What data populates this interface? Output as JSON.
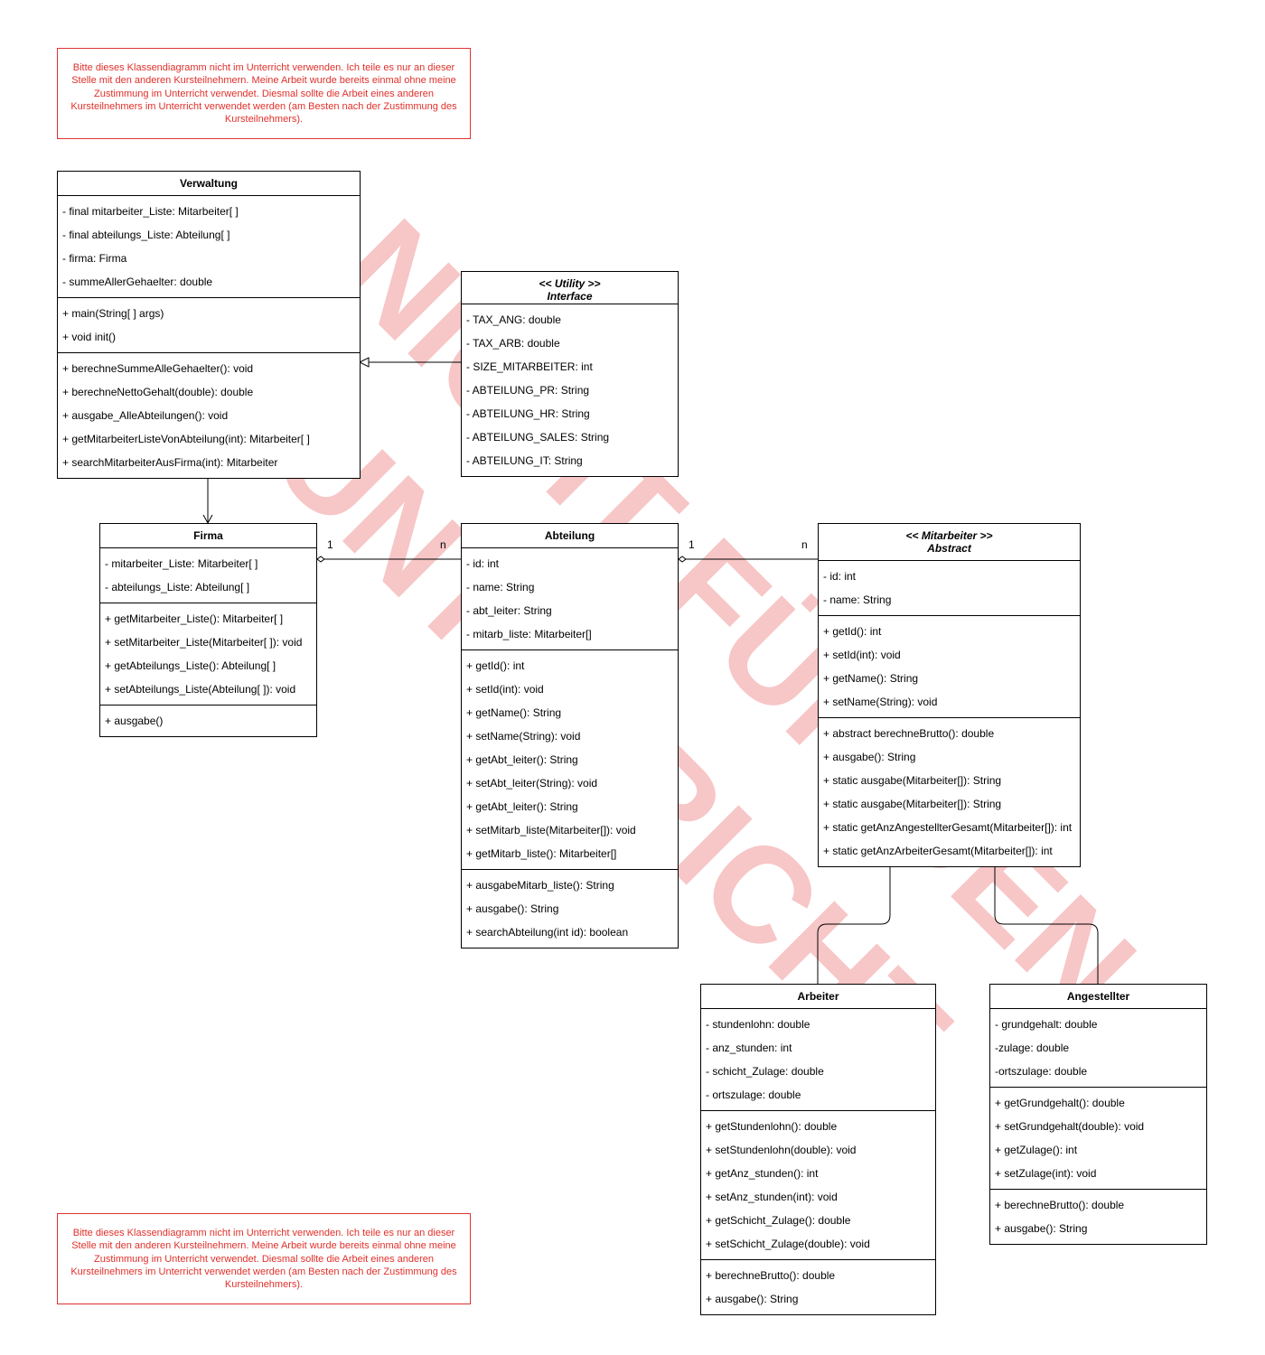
{
  "notes": [
    "Bitte dieses Klassendiagramm nicht im Unterricht verwenden. Ich teile es nur an dieser Stelle mit den anderen Kursteilnehmern. Meine Arbeit wurde bereits einmal ohne meine Zustimmung im Unterricht verwendet. Diesmal sollte die Arbeit eines anderen Kursteilnehmers im Unterricht verwendet werden (am Besten nach der Zustimmung des Kursteilnehmers).",
    "Bitte dieses Klassendiagramm nicht im Unterricht verwenden. Ich teile es nur an dieser Stelle mit den anderen Kursteilnehmern. Meine Arbeit wurde bereits einmal ohne meine Zustimmung im Unterricht verwendet. Diesmal sollte die Arbeit eines anderen Kursteilnehmers im Unterricht verwendet werden (am Besten nach der Zustimmung des Kursteilnehmers)."
  ],
  "watermark": [
    "NICHT FÜR DEN",
    "UNTERRICHT"
  ],
  "colors": {
    "note_text": "#e0302a",
    "watermark": "#f7c6c6"
  },
  "classes": {
    "verwaltung": {
      "name": "Verwaltung",
      "sections": [
        [
          "- final mitarbeiter_Liste: Mitarbeiter[ ]",
          "- final abteilungs_Liste: Abteilung[ ]",
          "- firma: Firma",
          "- summeAllerGehaelter: double"
        ],
        [
          "+ main(String[ ] args)",
          "+ void init()"
        ],
        [
          "+ berechneSummeAlleGehaelter(): void",
          "+ berechneNettoGehalt(double): double",
          "+ ausgabe_AlleAbteilungen(): void",
          "+ getMitarbeiterListeVonAbteilung(int): Mitarbeiter[ ]",
          "+ searchMitarbeiterAusFirma(int): Mitarbeiter"
        ]
      ]
    },
    "utility": {
      "stereotype": "<< Utility >>",
      "kind": "Interface",
      "sections": [
        [
          "- TAX_ANG: double",
          "- TAX_ARB: double",
          "- SIZE_MITARBEITER: int",
          "- ABTEILUNG_PR: String",
          "- ABTEILUNG_HR: String",
          "- ABTEILUNG_SALES: String",
          "- ABTEILUNG_IT: String"
        ]
      ]
    },
    "firma": {
      "name": "Firma",
      "sections": [
        [
          "- mitarbeiter_Liste: Mitarbeiter[ ]",
          "- abteilungs_Liste: Abteilung[ ]"
        ],
        [
          "+ getMitarbeiter_Liste(): Mitarbeiter[ ]",
          "+ setMitarbeiter_Liste(Mitarbeiter[ ]): void",
          "+ getAbteilungs_Liste(): Abteilung[ ]",
          "+ setAbteilungs_Liste(Abteilung[ ]): void"
        ],
        [
          "+ ausgabe()"
        ]
      ]
    },
    "abteilung": {
      "name": "Abteilung",
      "sections": [
        [
          "- id: int",
          "- name: String",
          "- abt_leiter: String",
          "- mitarb_liste: Mitarbeiter[]"
        ],
        [
          "+ getId(): int",
          "+ setId(int): void",
          "+ getName(): String",
          "+ setName(String): void",
          "+ getAbt_leiter(): String",
          "+ setAbt_leiter(String): void",
          "+ getAbt_leiter(): String",
          "+ setMitarb_liste(Mitarbeiter[]): void",
          "+ getMitarb_liste(): Mitarbeiter[]"
        ],
        [
          "+ ausgabeMitarb_liste(): String",
          "+ ausgabe(): String",
          "+ searchAbteilung(int id): boolean"
        ]
      ]
    },
    "mitarbeiter": {
      "stereotype": "<< Mitarbeiter >>",
      "kind": "Abstract",
      "sections": [
        [
          "- id: int",
          "- name: String"
        ],
        [
          "+ getId(): int",
          "+ setId(int): void",
          "+ getName(): String",
          "+ setName(String): void"
        ],
        [
          "+ abstract berechneBrutto(): double",
          "+ ausgabe(): String",
          "+ static ausgabe(Mitarbeiter[]): String",
          "+ static ausgabe(Mitarbeiter[]): String",
          "+ static getAnzAngestellterGesamt(Mitarbeiter[]): int",
          "+ static getAnzArbeiterGesamt(Mitarbeiter[]): int"
        ]
      ]
    },
    "arbeiter": {
      "name": "Arbeiter",
      "sections": [
        [
          "- stundenlohn: double",
          "- anz_stunden: int",
          "- schicht_Zulage: double",
          "- ortszulage: double"
        ],
        [
          "+ getStundenlohn(): double",
          "+ setStundenlohn(double): void",
          "+ getAnz_stunden(): int",
          "+ setAnz_stunden(int): void",
          "+ getSchicht_Zulage(): double",
          "+ setSchicht_Zulage(double): void"
        ],
        [
          "+ berechneBrutto(): double",
          "+ ausgabe(): String"
        ]
      ]
    },
    "angestellter": {
      "name": "Angestellter",
      "sections": [
        [
          "- grundgehalt: double",
          "-zulage: double",
          "-ortszulage: double"
        ],
        [
          "+ getGrundgehalt(): double",
          "+ setGrundgehalt(double): void",
          "+ getZulage(): int",
          "+ setZulage(int): void"
        ],
        [
          "+ berechneBrutto(): double",
          "+ ausgabe(): String"
        ]
      ]
    }
  },
  "multiplicities": {
    "firma_abteilung": [
      "1",
      "n"
    ],
    "abteilung_mitarbeiter": [
      "1",
      "n"
    ]
  }
}
